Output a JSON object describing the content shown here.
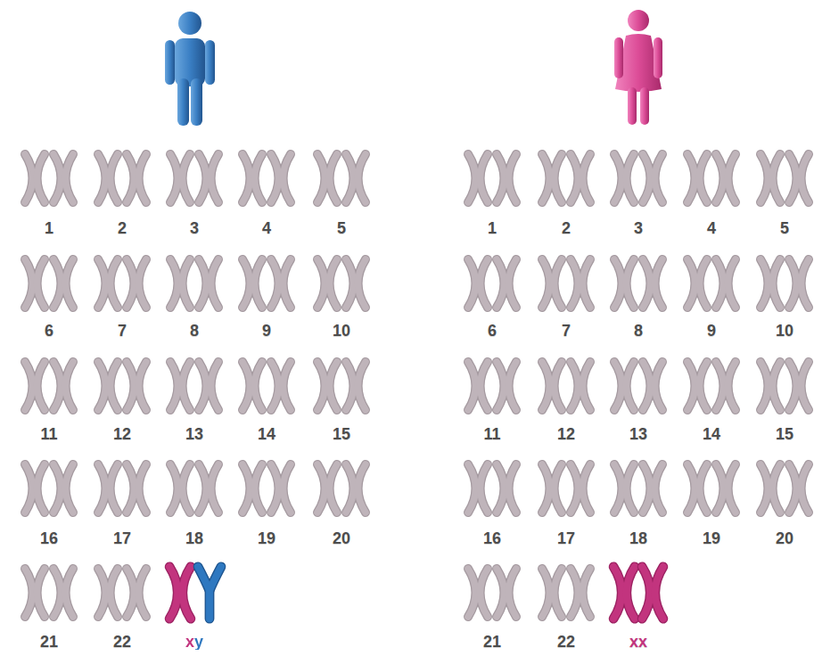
{
  "diagram": {
    "labels": [
      "1",
      "2",
      "3",
      "4",
      "5",
      "6",
      "7",
      "8",
      "9",
      "10",
      "11",
      "12",
      "13",
      "14",
      "15",
      "16",
      "17",
      "18",
      "19",
      "20",
      "21",
      "22",
      "xy",
      "1",
      "2",
      "3",
      "4",
      "5",
      "6",
      "7",
      "8",
      "9",
      "10",
      "11",
      "12",
      "13",
      "14",
      "15",
      "16",
      "17",
      "18",
      "19",
      "20",
      "21",
      "22",
      "xx"
    ]
  }
}
